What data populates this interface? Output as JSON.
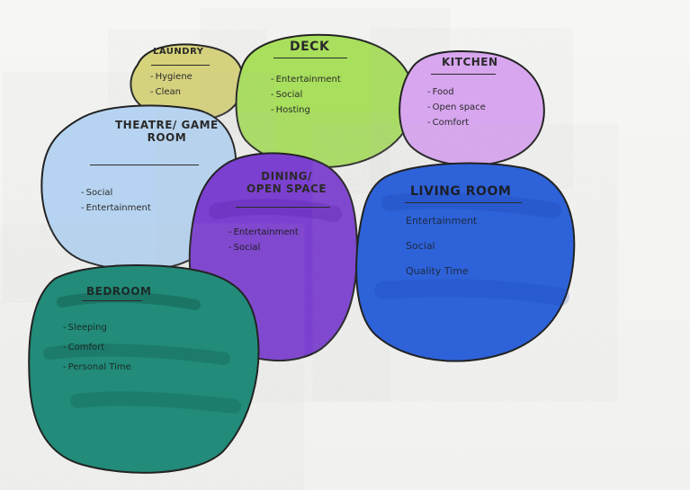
{
  "rooms": {
    "laundry": {
      "name": "LAUNDRY",
      "items": [
        "Hygiene",
        "Clean"
      ],
      "color": "#d7d37a"
    },
    "deck": {
      "name": "DECK",
      "items": [
        "Entertainment",
        "Social",
        "Hosting"
      ],
      "color": "#a9e05c"
    },
    "kitchen": {
      "name": "KITCHEN",
      "items": [
        "Food",
        "Open space",
        "Comfort"
      ],
      "color": "#d8a4ef"
    },
    "theatre": {
      "name": "THEATRE/ GAME ROOM",
      "name_line1": "THEATRE/ GAME",
      "name_line2": "ROOM",
      "items": [
        "Social",
        "Entertainment"
      ],
      "color": "#b8d6f2"
    },
    "dining": {
      "name": "DINING/ OPEN SPACE",
      "name_line1": "DINING/",
      "name_line2": "OPEN SPACE",
      "items": [
        "Entertainment",
        "Social"
      ],
      "color": "#7f3fd1"
    },
    "living": {
      "name": "LIVING ROOM",
      "items": [
        "Entertainment",
        "Social",
        "Quality Time"
      ],
      "color": "#2e61d8"
    },
    "bedroom": {
      "name": "BEDROOM",
      "items": [
        "Sleeping",
        "Comfort",
        "Personal Time"
      ],
      "color": "#238c7a"
    }
  }
}
